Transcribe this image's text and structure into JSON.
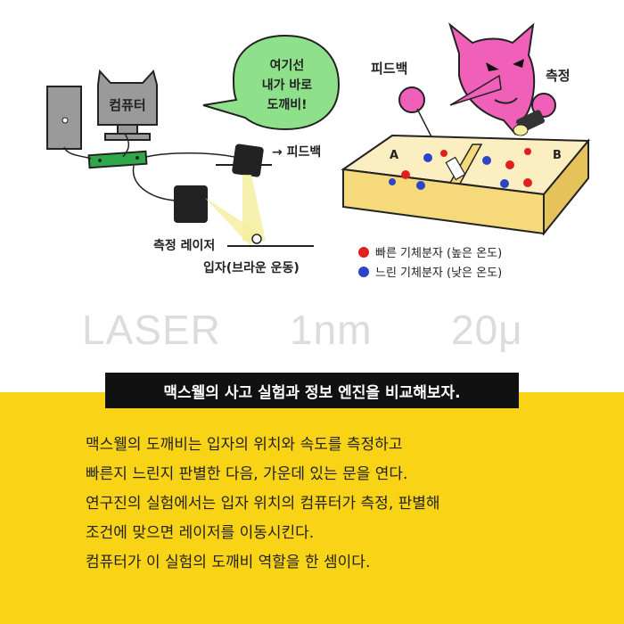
{
  "left_diagram": {
    "computer_label": "컴퓨터",
    "speech_bubble": [
      "여기선",
      "내가 바로",
      "도깨비!"
    ],
    "feedback_arrow_label": "→ 피드백",
    "laser_label": "측정 레이저",
    "particle_label": "입자(브라운 운동)"
  },
  "right_diagram": {
    "feedback_label": "피드백",
    "measure_label": "측정",
    "chamber_a": "A",
    "chamber_b": "B"
  },
  "legend": [
    {
      "color": "#e02020",
      "label": "빠른 기체분자 (높은 온도)"
    },
    {
      "color": "#2b45c8",
      "label": "느린 기체분자 (낮은 온도)"
    }
  ],
  "watermark": {
    "laser": "LASER",
    "size": "1nm",
    "micro": "20μ"
  },
  "title": "맥스웰의 사고 실험과 정보 엔진을 비교해보자.",
  "body_lines": [
    "맥스웰의 도깨비는 입자의 위치와 속도를 측정하고",
    "빠른지 느린지 판별한 다음, 가운데 있는 문을 연다.",
    "연구진의 실험에서는 입자 위치의 컴퓨터가 측정, 판별해",
    "조건에 맞으면 레이저를 이동시킨다.",
    "컴퓨터가 이 실험의 도깨비 역할을 한 셈이다."
  ],
  "colors": {
    "bottom_bg": "#f9d316",
    "title_bg": "#111111",
    "bubble": "#8fe08a",
    "demon": "#f060b8",
    "box": "#f5d97a"
  }
}
